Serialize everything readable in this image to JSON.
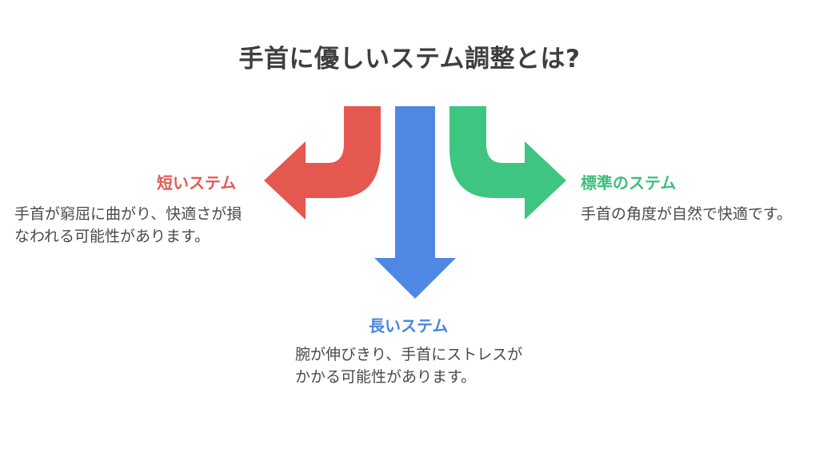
{
  "title": "手首に優しいステム調整とは?",
  "colors": {
    "short": "#e5584f",
    "long": "#4f88e3",
    "standard": "#3ec581"
  },
  "options": {
    "short": {
      "label": "短いステム",
      "description": "手首が窮屈に曲がり、快適さが損なわれる可能性があります。"
    },
    "long": {
      "label": "長いステム",
      "description": "腕が伸びきり、手首にストレスがかかる可能性があります。"
    },
    "standard": {
      "label": "標準のステム",
      "description": "手首の角度が自然で快適です。"
    }
  }
}
